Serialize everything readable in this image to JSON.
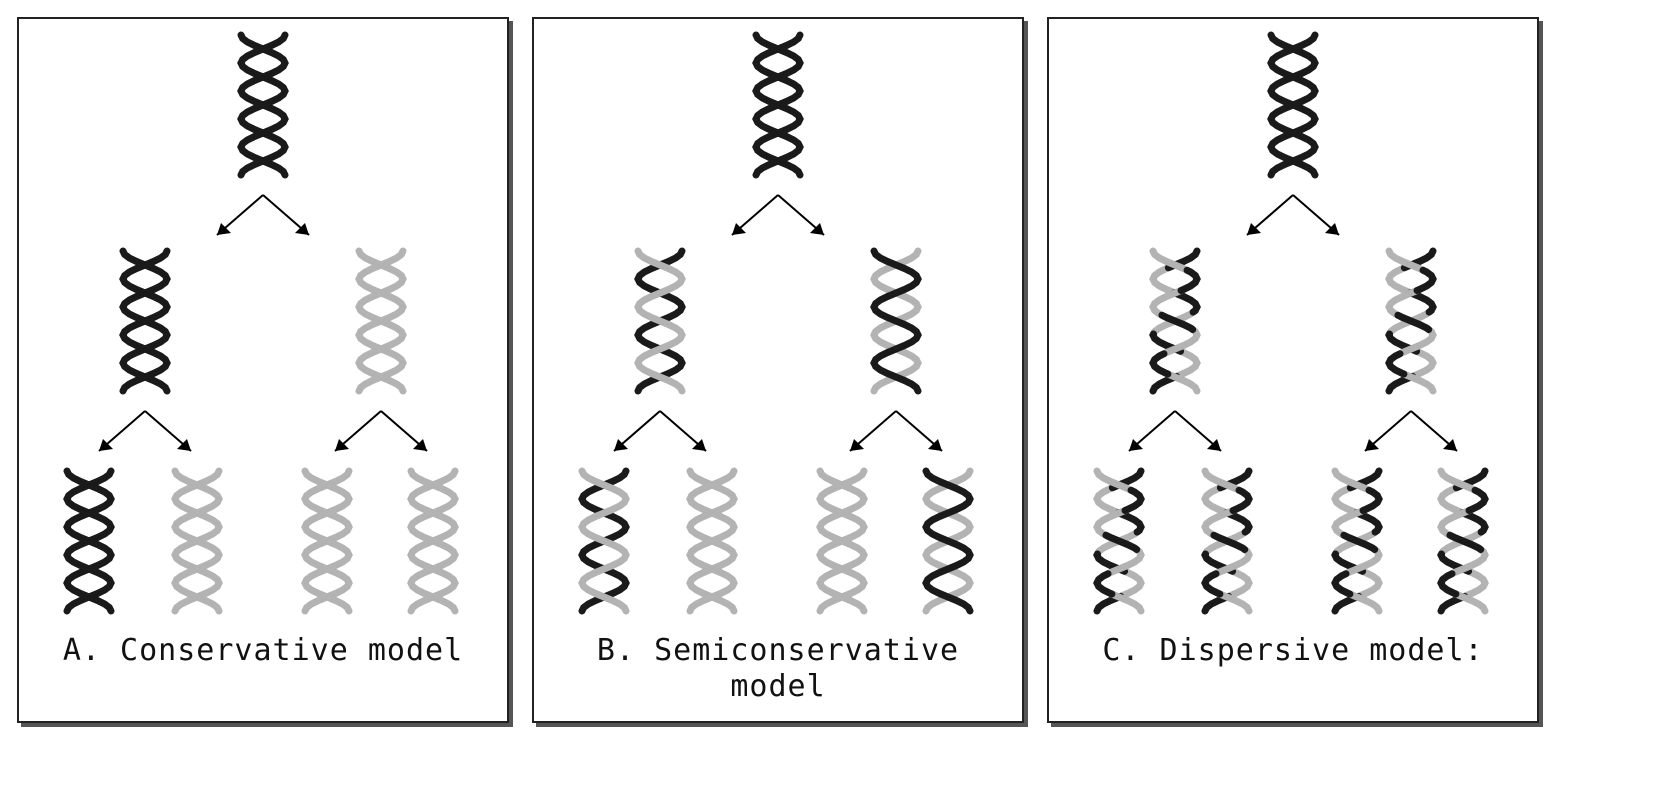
{
  "colors": {
    "dark": "#1a1a1a",
    "light": "#b3b3b3",
    "arrow": "#000000"
  },
  "panels": [
    {
      "caption": "A. Conservative model",
      "molecules": {
        "parent": [
          "dark",
          "dark"
        ],
        "gen1": [
          [
            "dark",
            "dark"
          ],
          [
            "light",
            "light"
          ]
        ],
        "gen2": [
          [
            "dark",
            "dark"
          ],
          [
            "light",
            "light"
          ],
          [
            "light",
            "light"
          ],
          [
            "light",
            "light"
          ]
        ]
      }
    },
    {
      "caption": "B. Semiconservative model",
      "molecules": {
        "parent": [
          "dark",
          "dark"
        ],
        "gen1": [
          [
            "dark",
            "light"
          ],
          [
            "light",
            "dark"
          ]
        ],
        "gen2": [
          [
            "dark",
            "light"
          ],
          [
            "light",
            "light"
          ],
          [
            "light",
            "light"
          ],
          [
            "light",
            "dark"
          ]
        ]
      }
    },
    {
      "caption": "C. Dispersive model:",
      "molecules": {
        "parent": [
          "dark",
          "dark"
        ],
        "gen1": [
          [
            "mixed",
            "mixed"
          ],
          [
            "mixed",
            "mixed"
          ]
        ],
        "gen2": [
          [
            "mixed",
            "mixed"
          ],
          [
            "mixed",
            "mixed"
          ],
          [
            "mixed",
            "mixed"
          ],
          [
            "mixed",
            "mixed"
          ]
        ]
      }
    }
  ]
}
